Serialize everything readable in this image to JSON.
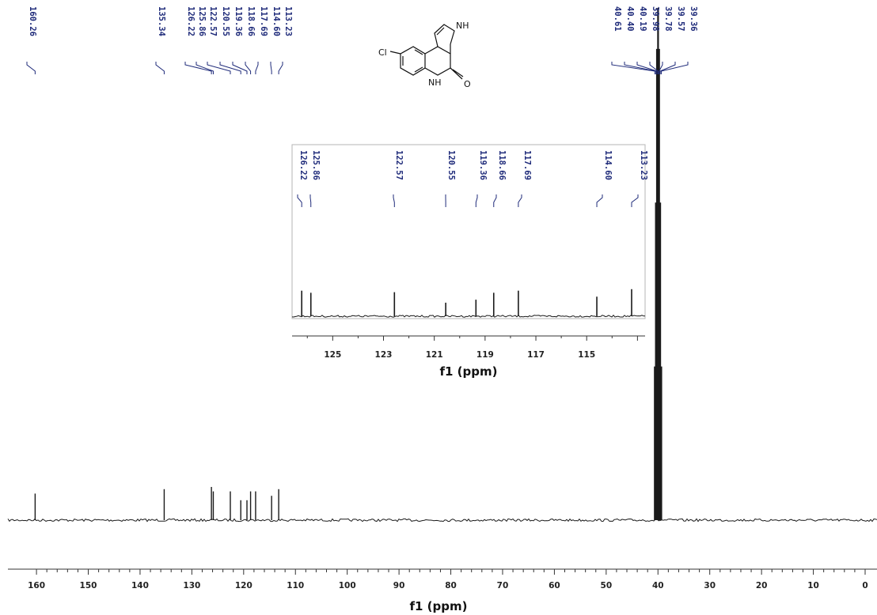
{
  "chart_data": [
    {
      "type": "line",
      "subtype": "nmr_spectrum",
      "xlabel": "f1 (ppm)",
      "xlim": [
        162,
        0
      ],
      "x_ticks": [
        160,
        150,
        140,
        130,
        120,
        110,
        100,
        90,
        80,
        70,
        60,
        50,
        40,
        30,
        20,
        10,
        0
      ],
      "peak_labels": [
        "160.26",
        "135.34",
        "126.22",
        "125.86",
        "122.57",
        "120.55",
        "119.36",
        "118.66",
        "117.69",
        "114.60",
        "113.23",
        "40.61",
        "40.40",
        "40.19",
        "39.98",
        "39.78",
        "39.57",
        "39.36"
      ],
      "peaks": [
        {
          "x": 160.26,
          "intensity": 0.12
        },
        {
          "x": 135.34,
          "intensity": 0.14
        },
        {
          "x": 126.22,
          "intensity": 0.15
        },
        {
          "x": 125.86,
          "intensity": 0.13
        },
        {
          "x": 122.57,
          "intensity": 0.13
        },
        {
          "x": 120.55,
          "intensity": 0.09
        },
        {
          "x": 119.36,
          "intensity": 0.09
        },
        {
          "x": 118.66,
          "intensity": 0.13
        },
        {
          "x": 117.69,
          "intensity": 0.13
        },
        {
          "x": 114.6,
          "intensity": 0.11
        },
        {
          "x": 113.23,
          "intensity": 0.14
        },
        {
          "x": 40.61,
          "intensity": 0.3
        },
        {
          "x": 40.4,
          "intensity": 0.62
        },
        {
          "x": 40.19,
          "intensity": 0.92
        },
        {
          "x": 39.98,
          "intensity": 1.0
        },
        {
          "x": 39.78,
          "intensity": 0.92
        },
        {
          "x": 39.57,
          "intensity": 0.62
        },
        {
          "x": 39.36,
          "intensity": 0.3
        }
      ],
      "grid": false,
      "legend": "none"
    },
    {
      "type": "line",
      "subtype": "nmr_spectrum_inset",
      "xlabel": "f1 (ppm)",
      "xlim": [
        126.6,
        112.7
      ],
      "x_ticks": [
        125,
        123,
        121,
        119,
        117,
        115
      ],
      "peak_labels": [
        "126.22",
        "125.86",
        "122.57",
        "120.55",
        "119.36",
        "118.66",
        "117.69",
        "114.60",
        "113.23"
      ],
      "peaks": [
        {
          "x": 126.22,
          "intensity": 0.85
        },
        {
          "x": 125.86,
          "intensity": 0.78
        },
        {
          "x": 122.57,
          "intensity": 0.8
        },
        {
          "x": 120.55,
          "intensity": 0.45
        },
        {
          "x": 119.36,
          "intensity": 0.55
        },
        {
          "x": 118.66,
          "intensity": 0.78
        },
        {
          "x": 117.69,
          "intensity": 0.85
        },
        {
          "x": 114.6,
          "intensity": 0.65
        },
        {
          "x": 113.23,
          "intensity": 0.9
        }
      ]
    }
  ],
  "structure": {
    "atom_labels": {
      "cl": "Cl",
      "nh_pyrrole": "NH",
      "nh_lactam": "NH",
      "carbonyl_o": "O"
    }
  }
}
